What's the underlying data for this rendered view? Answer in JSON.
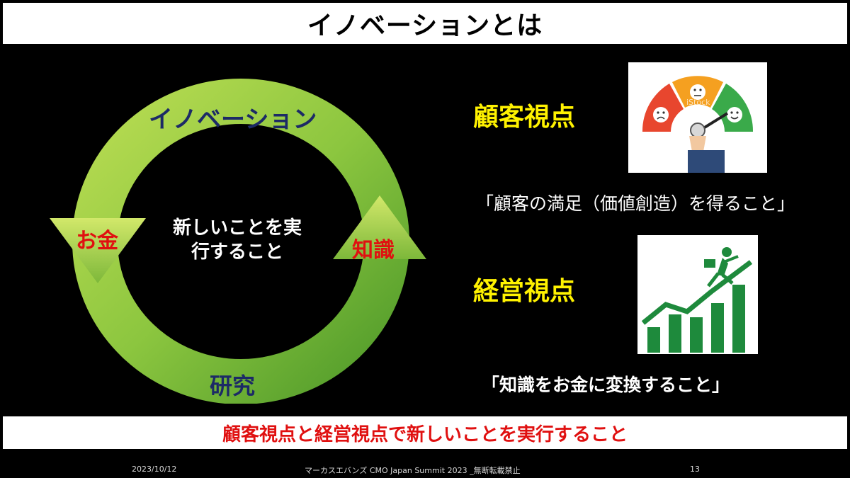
{
  "slide": {
    "title": "イノベーションとは",
    "cycle": {
      "top_label": "イノベーション",
      "bottom_label": "研究",
      "left_label": "お金",
      "right_label": "知識",
      "center_line1": "新しいことを実",
      "center_line2": "行すること"
    },
    "customer": {
      "heading": "顧客視点",
      "quote": "「顧客の満足（価値創造）を得ること」",
      "image": "satisfaction-gauge-icon",
      "watermark": "iStock"
    },
    "management": {
      "heading": "経営視点",
      "quote": "「知識をお金に変換すること」",
      "image": "growth-chart-runner-icon"
    },
    "conclusion": "顧客視点と経営視点で新しいことを実行すること",
    "footer": {
      "date": "2023/10/12",
      "center": "マーカスエバンズ CMO Japan Summit 2023 _無断転載禁止",
      "page": "13"
    },
    "colors": {
      "heading_yellow": "#fff200",
      "accent_red": "#e01010",
      "navy_label": "#1c2a66",
      "arrow_green": "#8cc63f",
      "chart_green": "#1e8a3c"
    }
  }
}
